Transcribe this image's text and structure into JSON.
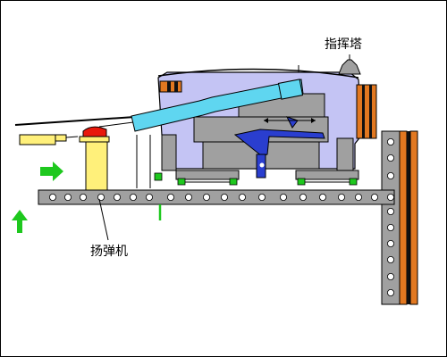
{
  "labels": {
    "director_tower": "指挥塔",
    "ammo_hoist": "扬弹机"
  },
  "colors": {
    "hull_gray": "#a0a0a0",
    "turret_fill": "#c4c4f4",
    "gun_barrel": "#5fd6f0",
    "elevation_gear": "#2a3ecf",
    "hoist_yellow": "#fff07a",
    "shell_red": "#e8180c",
    "arrow_green": "#1ec81e",
    "stripe_orange": "#e27820"
  },
  "icons": {
    "arrow_right": "green-right-arrow",
    "arrow_up": "green-up-arrow"
  }
}
